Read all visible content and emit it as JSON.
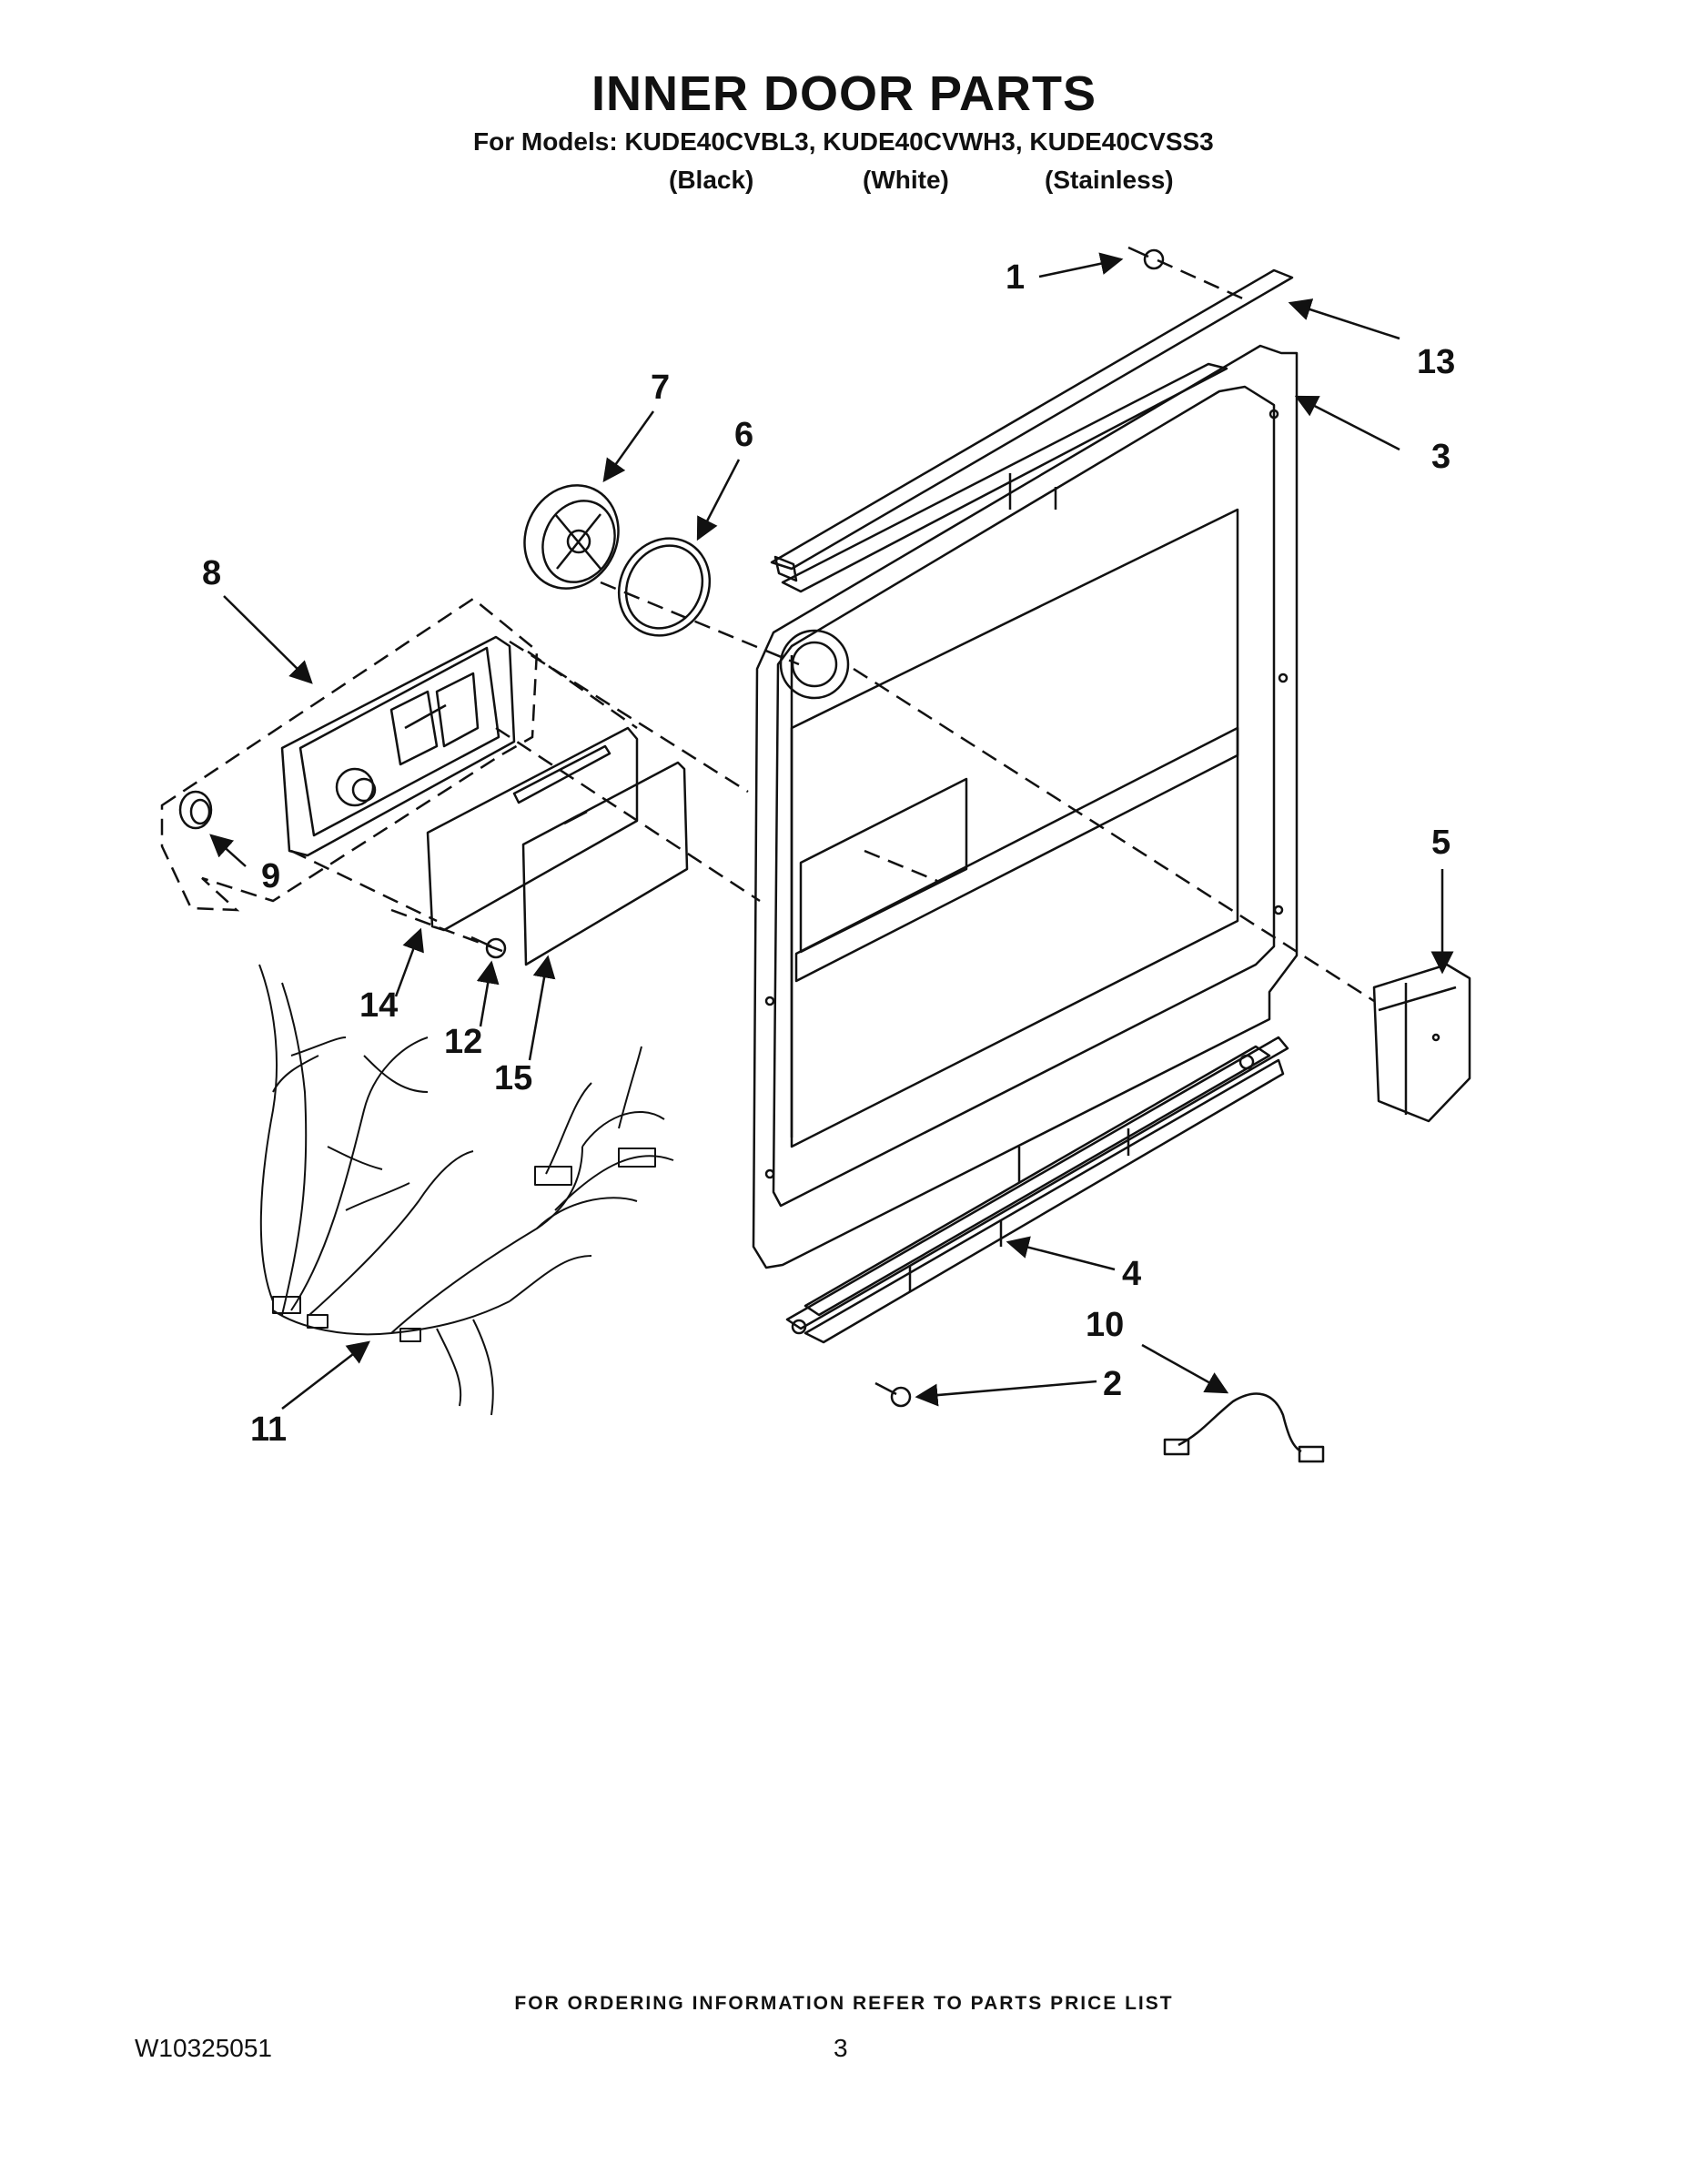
{
  "header": {
    "title": "INNER DOOR PARTS",
    "models": "For Models: KUDE40CVBL3, KUDE40CVWH3, KUDE40CVSS3",
    "variants": [
      "(Black)",
      "(White)",
      "(Stainless)"
    ]
  },
  "callouts": [
    "1",
    "2",
    "3",
    "4",
    "5",
    "6",
    "7",
    "8",
    "9",
    "10",
    "11",
    "12",
    "13",
    "14",
    "15"
  ],
  "footer": {
    "ordering_note": "FOR ORDERING INFORMATION REFER TO PARTS PRICE LIST",
    "doc_number": "W10325051",
    "page_number": "3"
  }
}
